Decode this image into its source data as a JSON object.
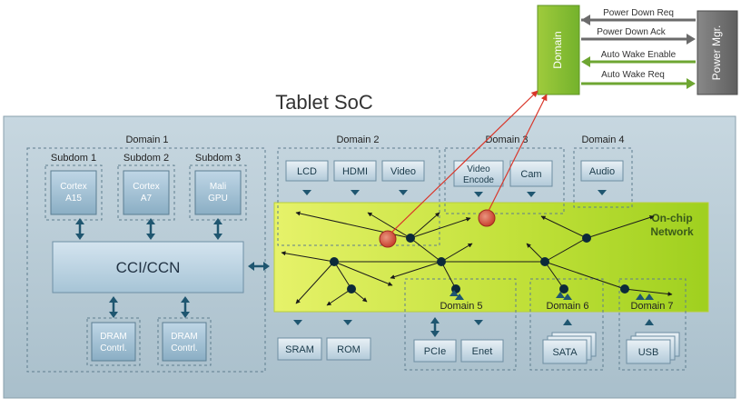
{
  "soc_title": "Tablet SoC",
  "power_panel": {
    "domain_label": "Domain",
    "manager_label": "Power Mgr.",
    "signals": [
      "Power Down Req",
      "Power Down Ack",
      "Auto Wake Enable",
      "Auto Wake Req"
    ]
  },
  "network": {
    "line1": "On-chip",
    "line2": "Network"
  },
  "domains": {
    "d1": "Domain 1",
    "d2": "Domain 2",
    "d3": "Domain 3",
    "d4": "Domain 4",
    "d5": "Domain 5",
    "d6": "Domain 6",
    "d7": "Domain 7"
  },
  "subdomains": [
    "Subdom 1",
    "Subdom 2",
    "Subdom 3"
  ],
  "blocks": {
    "cortex_a15": [
      "Cortex",
      "A15"
    ],
    "cortex_a7": [
      "Cortex",
      "A7"
    ],
    "mali_gpu": [
      "Mali",
      "GPU"
    ],
    "cci": "CCI/CCN",
    "dram1": [
      "DRAM",
      "Contrl."
    ],
    "dram2": [
      "DRAM",
      "Contrl."
    ],
    "lcd": "LCD",
    "hdmi": "HDMI",
    "video": "Video",
    "video_encode": [
      "Video",
      "Encode"
    ],
    "cam": "Cam",
    "audio": "Audio",
    "sram": "SRAM",
    "rom": "ROM",
    "pcie": "PCIe",
    "enet": "Enet",
    "sata": "SATA",
    "usb": "USB"
  },
  "colors": {
    "power_green": "#8cc63f",
    "power_gray": "#707070",
    "network_yellow": "#f2f244",
    "network_green": "#a8d52a",
    "highlight_red": "#d9362a"
  }
}
